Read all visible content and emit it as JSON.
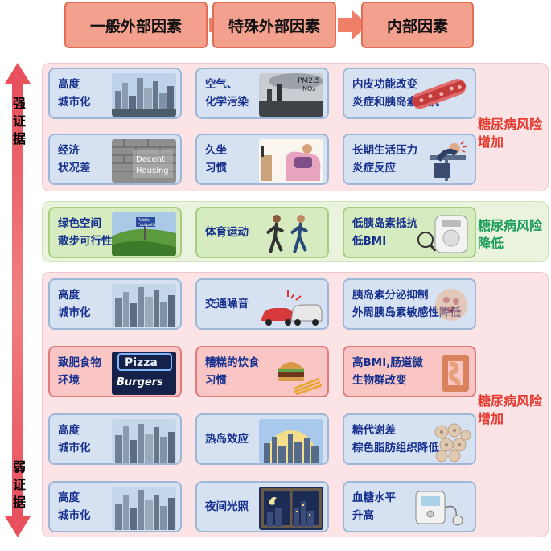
{
  "headers": {
    "general": "一般外部因素",
    "special": "特殊外部因素",
    "internal": "内部因素"
  },
  "evidence": {
    "strong": [
      "强",
      "证",
      "据"
    ],
    "weak": [
      "弱",
      "证",
      "据"
    ]
  },
  "groups": {
    "strong_risk": {
      "outcome_line1": "糖尿病风险",
      "outcome_line2": "增加",
      "cards": [
        {
          "line1": "高度",
          "line2": "城市化",
          "icon": "city-skyline-icon"
        },
        {
          "line1": "空气、",
          "line2": "化学污染",
          "icon": "factory-smoke-icon",
          "label_a": "PM2.5",
          "label_b": "NO₂"
        },
        {
          "line1": "内皮功能改变",
          "line2": "炎症和胰岛素抵抗",
          "icon": "blood-vessel-icon"
        },
        {
          "line1": "经济",
          "line2": "状况差",
          "icon": "brick-wall-icon",
          "label_a": "Decent",
          "label_b": "Housing"
        },
        {
          "line1": "久坐",
          "line2": "习惯",
          "icon": "armchair-tv-icon"
        },
        {
          "line1": "长期生活压力",
          "line2": "炎症反应",
          "icon": "stressed-worker-icon"
        }
      ]
    },
    "protective": {
      "outcome_line1": "糖尿病风险",
      "outcome_line2": "降低",
      "cards": [
        {
          "line1": "绿色空间",
          "line2": "散步可行性",
          "icon": "green-park-icon",
          "label_a": "Public",
          "label_b": "Footpath"
        },
        {
          "line1": "体育运动",
          "line2": "",
          "icon": "runners-icon"
        },
        {
          "line1": "低胰岛素抵抗",
          "line2": "低BMI",
          "icon": "weighing-scale-icon"
        }
      ]
    },
    "weak_risk": {
      "outcome_line1": "糖尿病风险",
      "outcome_line2": "增加",
      "cards": [
        {
          "line1": "高度",
          "line2": "城市化",
          "icon": "city-skyline-icon"
        },
        {
          "line1": "交通噪音",
          "line2": "",
          "icon": "traffic-cars-icon"
        },
        {
          "line1": "胰岛素分泌抑制",
          "line2": "外周胰岛素敏感性降低",
          "icon": "islet-cells-icon"
        },
        {
          "line1": "致肥食物",
          "line2": "环境",
          "icon": "neon-sign-icon",
          "label_a": "Pizza",
          "label_b": "Burgers"
        },
        {
          "line1": "糟糕的饮食",
          "line2": "习惯",
          "icon": "burger-fries-icon"
        },
        {
          "line1": "高BMI,肠道微",
          "line2": "生物群改变",
          "icon": "intestine-icon"
        },
        {
          "line1": "高度",
          "line2": "城市化",
          "icon": "city-skyline-icon"
        },
        {
          "line1": "热岛效应",
          "line2": "",
          "icon": "heat-island-icon"
        },
        {
          "line1": "糖代谢差",
          "line2": "棕色脂肪组织降低",
          "icon": "fat-cells-icon"
        },
        {
          "line1": "高度",
          "line2": "城市化",
          "icon": "city-skyline-icon"
        },
        {
          "line1": "夜间光照",
          "line2": "",
          "icon": "night-window-icon"
        },
        {
          "line1": "血糖水平",
          "line2": "升高",
          "icon": "glucose-meter-icon"
        }
      ]
    }
  },
  "colors": {
    "header_fill": "#f4a08f",
    "arrow": "#e8505e",
    "risk_text": "#e53a2e",
    "protect_text": "#1a9d58",
    "card_text": "#16308e"
  }
}
